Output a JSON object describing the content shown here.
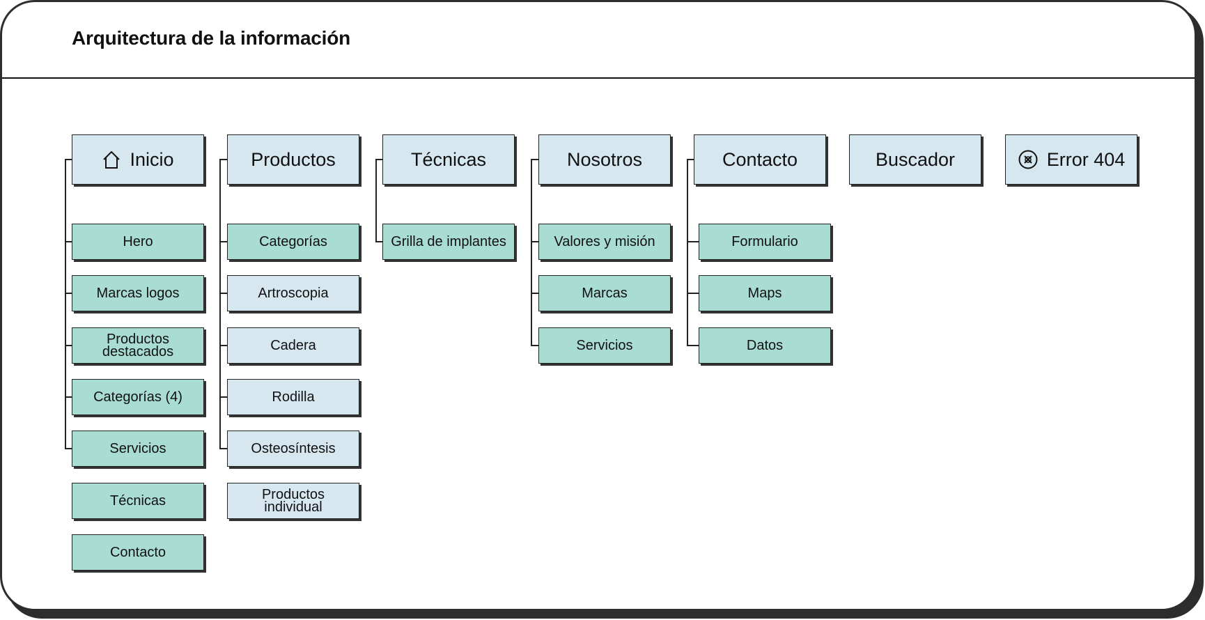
{
  "page": {
    "title": "Arquitectura de la información"
  },
  "colors": {
    "top_box": "#d6e7f0",
    "teal_box": "#a9ddd4",
    "blue_box": "#d6e7f0",
    "ink": "#222222"
  },
  "columns": [
    {
      "label": "Inicio",
      "icon": "home-icon",
      "children": [
        {
          "label": "Hero",
          "color": "teal"
        },
        {
          "label": "Marcas logos",
          "color": "teal"
        },
        {
          "label": "Productos\ndestacados",
          "color": "teal"
        },
        {
          "label": "Categorías (4)",
          "color": "teal"
        },
        {
          "label": "Servicios",
          "color": "teal"
        },
        {
          "label": "Técnicas",
          "color": "teal"
        },
        {
          "label": "Contacto",
          "color": "teal"
        }
      ]
    },
    {
      "label": "Productos",
      "children": [
        {
          "label": "Categorías",
          "color": "teal"
        },
        {
          "label": "Artroscopia",
          "color": "blue"
        },
        {
          "label": "Cadera",
          "color": "blue"
        },
        {
          "label": "Rodilla",
          "color": "blue"
        },
        {
          "label": "Osteosíntesis",
          "color": "blue"
        },
        {
          "label": "Productos\nindividual",
          "color": "blue"
        }
      ]
    },
    {
      "label": "Técnicas",
      "children": [
        {
          "label": "Grilla de implantes",
          "color": "teal"
        }
      ]
    },
    {
      "label": "Nosotros",
      "children": [
        {
          "label": "Valores y misión",
          "color": "teal"
        },
        {
          "label": "Marcas",
          "color": "teal"
        },
        {
          "label": "Servicios",
          "color": "teal"
        }
      ]
    },
    {
      "label": "Contacto",
      "children": [
        {
          "label": "Formulario",
          "color": "teal"
        },
        {
          "label": "Maps",
          "color": "teal"
        },
        {
          "label": "Datos",
          "color": "teal"
        }
      ]
    },
    {
      "label": "Buscador",
      "children": []
    },
    {
      "label": "Error 404",
      "icon": "error-circle-icon",
      "children": []
    }
  ]
}
